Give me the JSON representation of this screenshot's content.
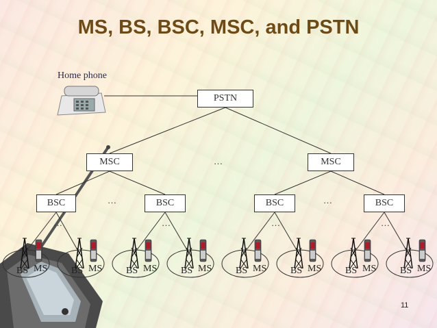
{
  "title": "MS, BS, BSC, MSC, and PSTN",
  "home_phone": "Home phone",
  "pstn": "PSTN",
  "msc": [
    "MSC",
    "MSC"
  ],
  "bsc": [
    "BSC",
    "BSC",
    "BSC",
    "BSC"
  ],
  "ellipsis": "…",
  "bs_label": "BS",
  "ms_label": "MS",
  "page_number": "11",
  "colors": {
    "title": "#6e4a14",
    "handset_body": "#5a5a5a",
    "handset_red": "#b01a2a"
  }
}
